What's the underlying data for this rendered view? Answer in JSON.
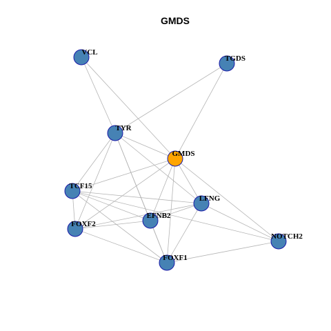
{
  "title": "GMDS",
  "colors": {
    "focus_node": "#FFA500",
    "neighbor_node": "#4682B4",
    "node_border": "#1A1AA8",
    "edge": "#B4B4B4"
  },
  "nodes": [
    {
      "id": "VCL",
      "label": "VCL",
      "focus": false
    },
    {
      "id": "TGDS",
      "label": "TGDS",
      "focus": false
    },
    {
      "id": "TYR",
      "label": "TYR",
      "focus": false
    },
    {
      "id": "GMDS",
      "label": "GMDS",
      "focus": true
    },
    {
      "id": "TCF15",
      "label": "TCF15",
      "focus": false
    },
    {
      "id": "LFNG",
      "label": "LFNG",
      "focus": false
    },
    {
      "id": "EFNB2",
      "label": "EFNB2",
      "focus": false
    },
    {
      "id": "FOXF2",
      "label": "FOXF2",
      "focus": false
    },
    {
      "id": "NOTCH2",
      "label": "NOTCH2",
      "focus": false
    },
    {
      "id": "FOXF1",
      "label": "FOXF1",
      "focus": false
    }
  ],
  "edges": [
    [
      "VCL",
      "TYR"
    ],
    [
      "VCL",
      "GMDS"
    ],
    [
      "TGDS",
      "TYR"
    ],
    [
      "TGDS",
      "GMDS"
    ],
    [
      "TYR",
      "GMDS"
    ],
    [
      "TYR",
      "TCF15"
    ],
    [
      "TYR",
      "FOXF2"
    ],
    [
      "TYR",
      "EFNB2"
    ],
    [
      "TYR",
      "LFNG"
    ],
    [
      "TYR",
      "FOXF1"
    ],
    [
      "GMDS",
      "TCF15"
    ],
    [
      "GMDS",
      "FOXF2"
    ],
    [
      "GMDS",
      "EFNB2"
    ],
    [
      "GMDS",
      "LFNG"
    ],
    [
      "GMDS",
      "FOXF1"
    ],
    [
      "GMDS",
      "NOTCH2"
    ],
    [
      "TCF15",
      "LFNG"
    ],
    [
      "TCF15",
      "EFNB2"
    ],
    [
      "TCF15",
      "FOXF2"
    ],
    [
      "TCF15",
      "FOXF1"
    ],
    [
      "TCF15",
      "NOTCH2"
    ],
    [
      "LFNG",
      "FOXF2"
    ],
    [
      "LFNG",
      "EFNB2"
    ],
    [
      "LFNG",
      "FOXF1"
    ],
    [
      "LFNG",
      "NOTCH2"
    ],
    [
      "EFNB2",
      "FOXF2"
    ],
    [
      "EFNB2",
      "FOXF1"
    ],
    [
      "FOXF2",
      "FOXF1"
    ],
    [
      "FOXF1",
      "NOTCH2"
    ]
  ]
}
